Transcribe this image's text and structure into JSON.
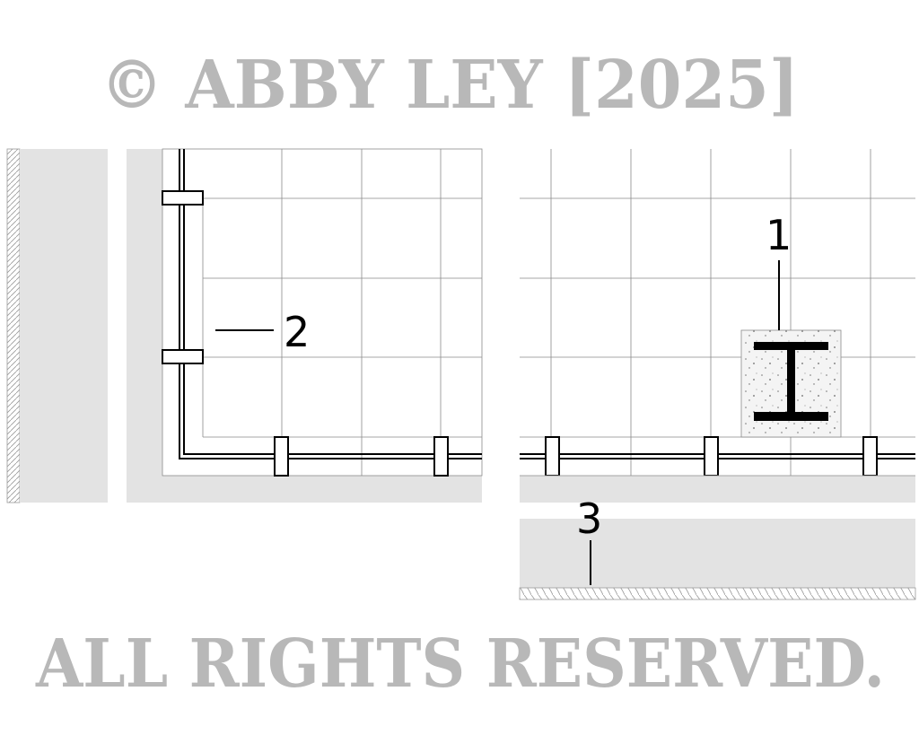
{
  "labels": {
    "one": "1",
    "two": "2",
    "three": "3"
  },
  "watermark": {
    "line1": "© ABBY LEY [2025]",
    "line2": "ALL RIGHTS RESERVED."
  },
  "colors": {
    "fill_gray": "#e3e3e3",
    "grid": "#8a8a8a",
    "watermark": "#9a9a9a"
  }
}
